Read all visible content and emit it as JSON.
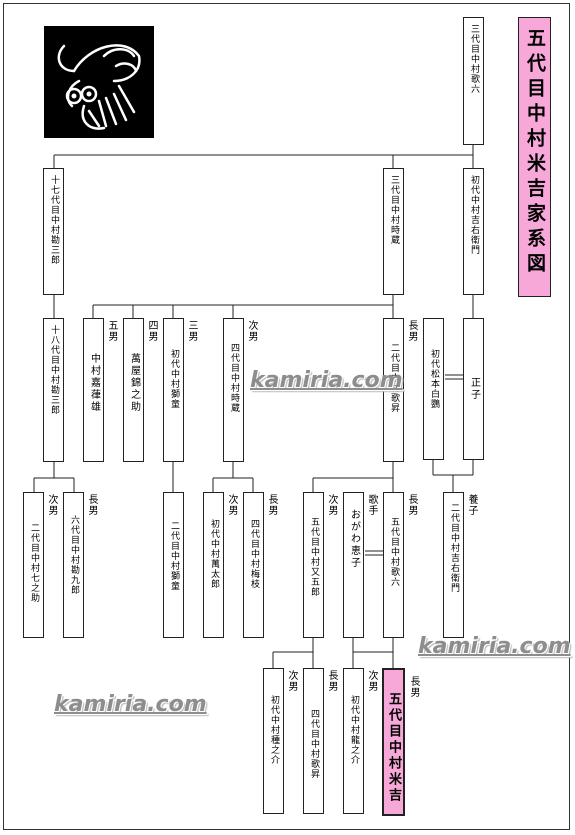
{
  "title": "五代目中村米吉家系図",
  "watermark": "kamiria.com",
  "crest_icon": "butterfly-crest",
  "colors": {
    "highlight": "#f7a8d8",
    "line": "#222222",
    "watermark": "#8d8d8d"
  },
  "people": {
    "kaiuta6_3": "三代目中村歌六",
    "kanzaburo17": "十七代目中村勘三郎",
    "tokizo3": "三代目中村時蔵",
    "kichiemon1": "初代中村吉右衛門",
    "kanzaburo18": "十八代目中村勘三郎",
    "kasaburo": "中村嘉葎雄",
    "kinnosuke": "萬屋錦之助",
    "shido1": "初代中村獅童",
    "tokizo4": "四代目中村時蔵",
    "kasho2": "二代目中村歌昇",
    "hakuo1": "初代松本白鸚",
    "masako": "正子",
    "shichinosuke2": "二代目中村七之助",
    "kankuro6": "六代目中村勘九郎",
    "shido2": "二代目中村獅童",
    "mantaro1": "初代中村萬太郎",
    "baishi4": "四代目中村梅枝",
    "matagoro5": "五代目中村又五郎",
    "ogawa_keiko": "おがわ恵子",
    "karoku5": "五代目中村歌六",
    "kichiemon2": "二代目中村吉右衛門",
    "tanenosuke1": "初代中村種之介",
    "kasho4": "四代目中村歌昇",
    "ryunosuke1": "初代中村龍之介",
    "yonekichi5": "五代目中村米吉"
  },
  "relations": {
    "r_kaiuta_5": "五男",
    "r_kaiuta_4": "四男",
    "r_shido1": "三男",
    "r_tokizo4": "次男",
    "r_kasho2": "長男",
    "r_shichinosuke": "次男",
    "r_kankuro": "長男",
    "r_mantaro": "次男",
    "r_baishi": "長男",
    "r_matagoro": "次男",
    "r_ogawa": "歌手",
    "r_karoku5": "長男",
    "r_kichiemon2": "養子",
    "r_tanenosuke": "次男",
    "r_kasho4": "長男",
    "r_ryunosuke": "次男",
    "r_yonekichi": "長男"
  }
}
